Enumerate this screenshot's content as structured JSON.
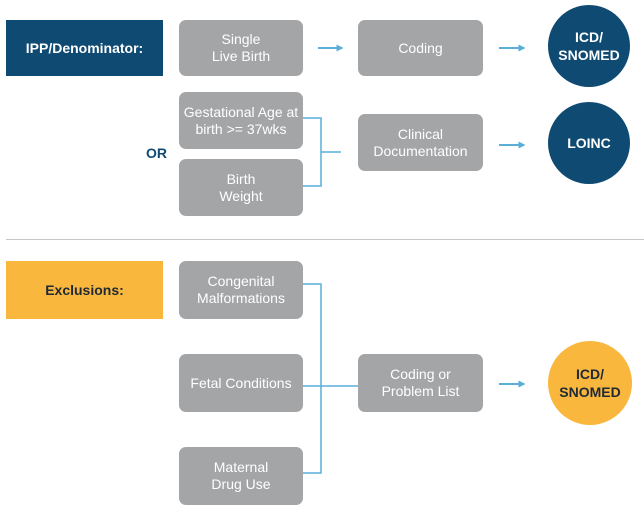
{
  "ipp_label": "IPP/Denominator:",
  "or_label": "OR",
  "exclusions_label": "Exclusions:",
  "top": {
    "single_live_birth": "Single\nLive Birth",
    "coding": "Coding",
    "icd_snomed": "ICD/\nSNOMED",
    "gestational_age": "Gestational Age at\nbirth >= 37wks",
    "birth_weight": "Birth\nWeight",
    "clinical_documentation": "Clinical\nDocumentation",
    "loinc": "LOINC"
  },
  "bottom": {
    "congenital_malformations": "Congenital\nMalformations",
    "fetal_conditions": "Fetal Conditions",
    "maternal_drug_use": "Maternal\nDrug Use",
    "coding_or_problem_list": "Coding or\nProblem List",
    "icd_snomed": "ICD/\nSNOMED"
  },
  "colors": {
    "navy": "#0e4a72",
    "gold": "#f9b73d",
    "gray_box": "#a3a5a7",
    "arrow": "#5aaed8"
  }
}
